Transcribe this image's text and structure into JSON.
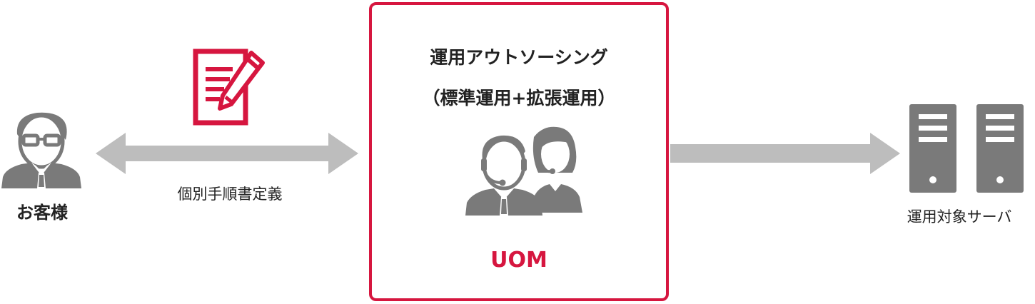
{
  "customer": {
    "label": "お客様",
    "icon": "businessman-with-glasses-icon"
  },
  "definition": {
    "label": "個別手順書定義",
    "icon": "document-with-pen-icon"
  },
  "outsourcing": {
    "title_line1": "運用アウトソーシング",
    "title_line2": "（標準運用+拡張運用）",
    "name": "UOM",
    "icon": "headset-operators-icon"
  },
  "servers": {
    "label": "運用対象サーバ",
    "icon": "server-tower-icon"
  },
  "colors": {
    "accent": "#d6163f",
    "icon_gray": "#7a7a7a",
    "arrow_gray": "#bdbdbd"
  }
}
